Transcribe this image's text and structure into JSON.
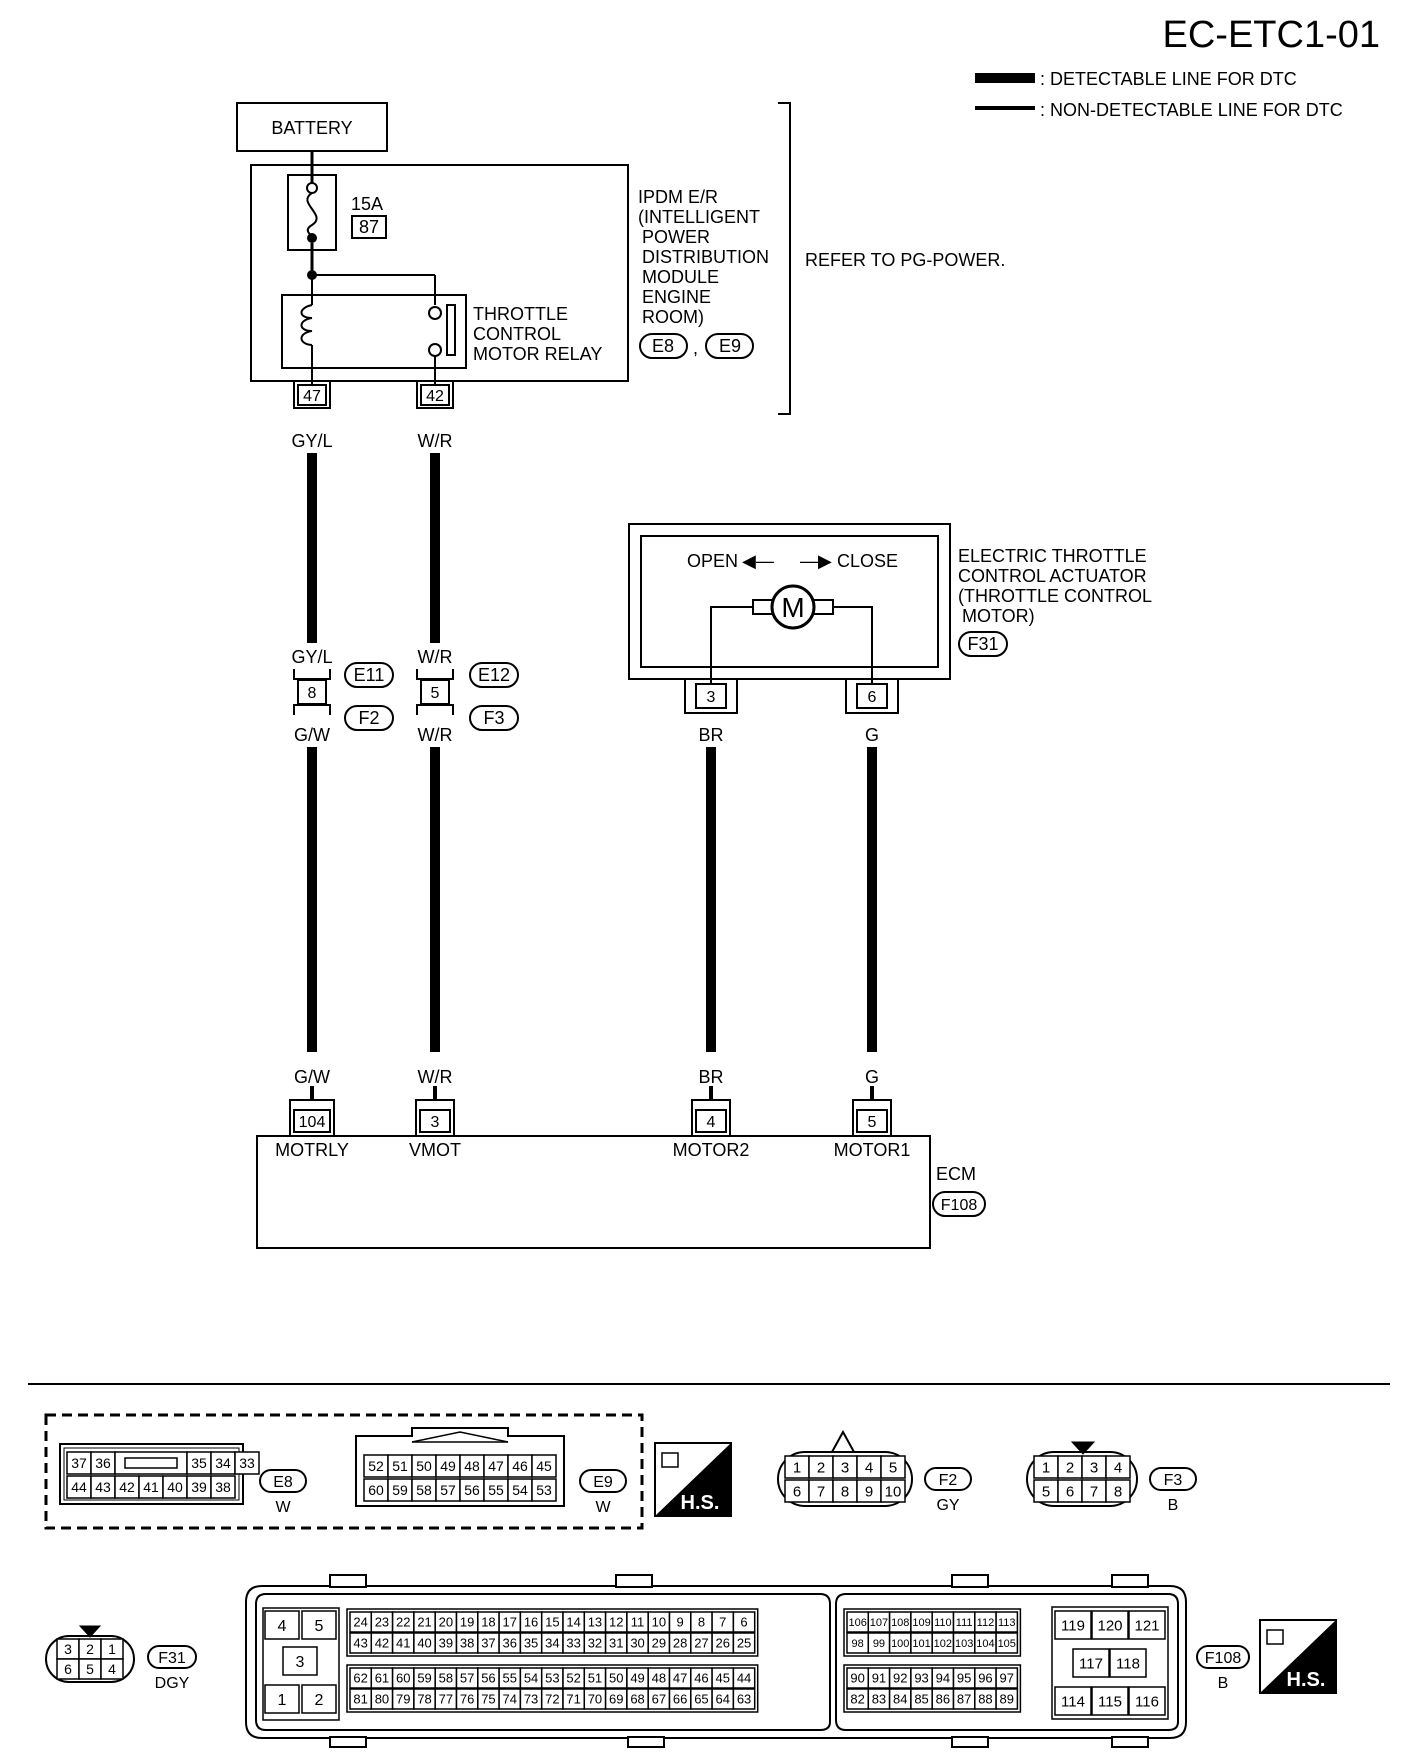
{
  "page_id": "EC-ETC1-01",
  "legend": {
    "detectable": ": DETECTABLE LINE FOR DTC",
    "non_detectable": ": NON-DETECTABLE LINE FOR DTC"
  },
  "battery": "BATTERY",
  "fuse": {
    "rating": "15A",
    "number": "87"
  },
  "ipdm": {
    "lines": [
      "IPDM E/R",
      "(INTELLIGENT",
      "POWER",
      "DISTRIBUTION",
      "MODULE",
      "ENGINE",
      "ROOM)"
    ],
    "connectors": [
      "E8",
      "E9"
    ],
    "separator": ","
  },
  "relay_label": [
    "THROTTLE",
    "CONTROL",
    "MOTOR RELAY"
  ],
  "refer": "REFER TO PG-POWER.",
  "ipdm_terminals": [
    "47",
    "42"
  ],
  "wires": {
    "gyl": "GY/L",
    "wr": "W/R",
    "gw": "G/W",
    "br": "BR",
    "g": "G"
  },
  "joint_connectors": {
    "left": {
      "pin": "8",
      "upper": "E11",
      "lower": "F2"
    },
    "right": {
      "pin": "5",
      "upper": "E12",
      "lower": "F3"
    }
  },
  "actuator": {
    "open": "OPEN",
    "close": "CLOSE",
    "motor": "M",
    "lines": [
      "ELECTRIC THROTTLE",
      "CONTROL ACTUATOR",
      "(THROTTLE CONTROL",
      "MOTOR)"
    ],
    "connector": "F31",
    "pins": [
      "3",
      "6"
    ]
  },
  "ecm": {
    "label": "ECM",
    "connector": "F108",
    "terminals": [
      {
        "pin": "104",
        "name": "MOTRLY"
      },
      {
        "pin": "3",
        "name": "VMOT"
      },
      {
        "pin": "4",
        "name": "MOTOR2"
      },
      {
        "pin": "5",
        "name": "MOTOR1"
      }
    ]
  },
  "connector_views": {
    "e8": {
      "top": [
        "37",
        "36",
        "35",
        "34",
        "33"
      ],
      "bottom": [
        "44",
        "43",
        "42",
        "41",
        "40",
        "39",
        "38"
      ],
      "id": "E8",
      "color": "W"
    },
    "e9": {
      "top": [
        "52",
        "51",
        "50",
        "49",
        "48",
        "47",
        "46",
        "45"
      ],
      "bottom": [
        "60",
        "59",
        "58",
        "57",
        "56",
        "55",
        "54",
        "53"
      ],
      "id": "E9",
      "color": "W"
    },
    "hs": "H.S.",
    "f2": {
      "top": [
        "1",
        "2",
        "3",
        "4",
        "5"
      ],
      "bottom": [
        "6",
        "7",
        "8",
        "9",
        "10"
      ],
      "id": "F2",
      "color": "GY"
    },
    "f3": {
      "top": [
        "1",
        "2",
        "3",
        "4"
      ],
      "bottom": [
        "5",
        "6",
        "7",
        "8"
      ],
      "id": "F3",
      "color": "B"
    },
    "f31": {
      "top": [
        "3",
        "2",
        "1"
      ],
      "bottom": [
        "6",
        "5",
        "4"
      ],
      "id": "F31",
      "color": "DGY"
    },
    "f108": {
      "id": "F108",
      "color": "B",
      "left_block": [
        "4",
        "5",
        "3",
        "1",
        "2"
      ],
      "row1": [
        "24",
        "23",
        "22",
        "21",
        "20",
        "19",
        "18",
        "17",
        "16",
        "15",
        "14",
        "13",
        "12",
        "11",
        "10",
        "9",
        "8",
        "7",
        "6"
      ],
      "row2": [
        "43",
        "42",
        "41",
        "40",
        "39",
        "38",
        "37",
        "36",
        "35",
        "34",
        "33",
        "32",
        "31",
        "30",
        "29",
        "28",
        "27",
        "26",
        "25"
      ],
      "row3": [
        "62",
        "61",
        "60",
        "59",
        "58",
        "57",
        "56",
        "55",
        "54",
        "53",
        "52",
        "51",
        "50",
        "49",
        "48",
        "47",
        "46",
        "45",
        "44"
      ],
      "row4": [
        "81",
        "80",
        "79",
        "78",
        "77",
        "76",
        "75",
        "74",
        "73",
        "72",
        "71",
        "70",
        "69",
        "68",
        "67",
        "66",
        "65",
        "64",
        "63"
      ],
      "mid_row1": [
        "106",
        "107",
        "108",
        "109",
        "110",
        "111",
        "112",
        "113"
      ],
      "mid_row2": [
        "98",
        "99",
        "100",
        "101",
        "102",
        "103",
        "104",
        "105"
      ],
      "mid_row3": [
        "90",
        "91",
        "92",
        "93",
        "94",
        "95",
        "96",
        "97"
      ],
      "mid_row4": [
        "82",
        "83",
        "84",
        "85",
        "86",
        "87",
        "88",
        "89"
      ],
      "right_block": [
        "119",
        "120",
        "121",
        "117",
        "118",
        "114",
        "115",
        "116"
      ]
    }
  }
}
